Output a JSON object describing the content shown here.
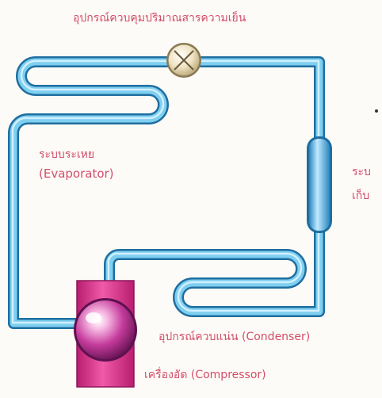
{
  "labels": {
    "metering_device": "อุปกรณ์ควบคุมปริมาณสารความเย็น",
    "evaporator_thai": "ระบบระเหย",
    "evaporator_eng": "(Evaporator)",
    "receiver_cut_1": "ระบ",
    "receiver_cut_2": "เก็บ",
    "condenser": "อุปกรณ์ควบแน่น (Condenser)",
    "compressor": "เครื่องอัด (Compressor)"
  },
  "colors": {
    "tube_fill": "#7ecff0",
    "tube_edge": "#1f6ea0",
    "tube_highlight": "#dff5ff",
    "compressor_body": "#e0338d",
    "compressor_dome": "#a82a8a",
    "valve": "#efe3c2",
    "label_color": "#d24d68"
  }
}
